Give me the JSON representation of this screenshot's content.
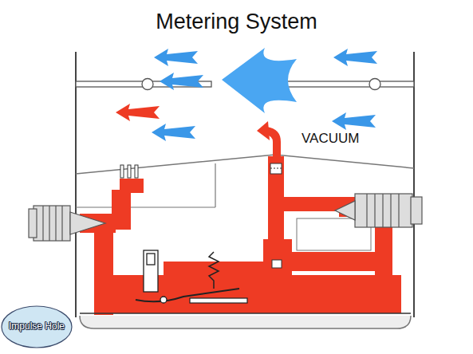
{
  "diagram": {
    "title": "Metering System",
    "nodes": [
      {
        "text": [
          "Impulse Hole"
        ]
      }
    ],
    "labels": [
      "VACUUM"
    ]
  }
}
